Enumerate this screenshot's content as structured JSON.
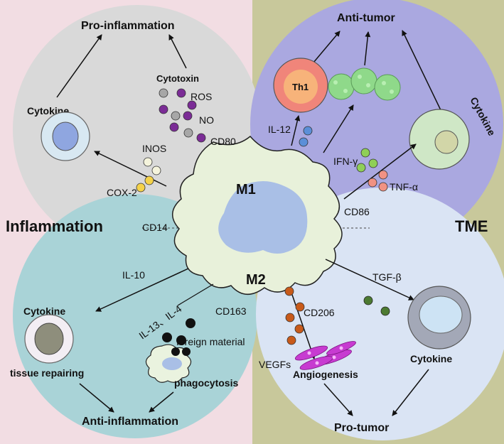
{
  "labels": {
    "inflammation": "Inflammation",
    "tme": "TME",
    "m1": "M1",
    "m2": "M2",
    "pro_inflammation": "Pro-inflammation",
    "anti_tumor": "Anti-tumor",
    "anti_inflammation": "Anti-inflammation",
    "pro_tumor": "Pro-tumor",
    "cytotoxin": "Cytotoxin",
    "ros": "ROS",
    "no": "NO",
    "cd80": "CD80",
    "inos": "INOS",
    "cox2": "COX-2",
    "cd14": "CD14",
    "cytokine_tl": "Cytokine",
    "cytokine_tr": "Cytokine",
    "cytokine_bl": "Cytokine",
    "cytokine_br": "Cytokine",
    "th1": "Th1",
    "il12": "IL-12",
    "ifn": "IFN-γ",
    "tnf": "TNF-α",
    "cd86": "CD86",
    "il10": "IL-10",
    "il13": "IL-13、IL-4",
    "cd163": "CD163",
    "foreign_material": "foreign material",
    "phagocytosis": "phagocytosis",
    "tissue_repairing": "tissue repairing",
    "tgfb": "TGF-β",
    "cd206": "CD206",
    "vegfs": "VEGFs",
    "angiogenesis": "Angiogenesis"
  },
  "colors": {
    "bg_topleft": "#f2dde3",
    "bg_topright": "#b5b58b",
    "bg_bottomleft": "#f2dde3",
    "bg_bottomright": "#c8c89b",
    "circle_topleft": "#d9d9d9",
    "circle_topright": "#a9a7e0",
    "circle_bottomleft": "#a9d3d7",
    "circle_bottomright": "#dae4f4",
    "macrophage": "#e8f1da",
    "nucleus": "#a9bfe6",
    "purple_dot": "#7b2c96",
    "grey_dot": "#a7a7a7",
    "yellow_dot": "#f4d24a",
    "cream_dot": "#f5f4dc",
    "blue_dot": "#5b8fd8",
    "green_dot": "#8fcf57",
    "salmon_dot": "#f19283",
    "orange_dot": "#c85a1a",
    "darkgreen_dot": "#4c7a32",
    "black_dot": "#111111",
    "th1_outer": "#f0857a",
    "th1_inner": "#f7b37a",
    "tumor_cell": "#8fd98a"
  }
}
